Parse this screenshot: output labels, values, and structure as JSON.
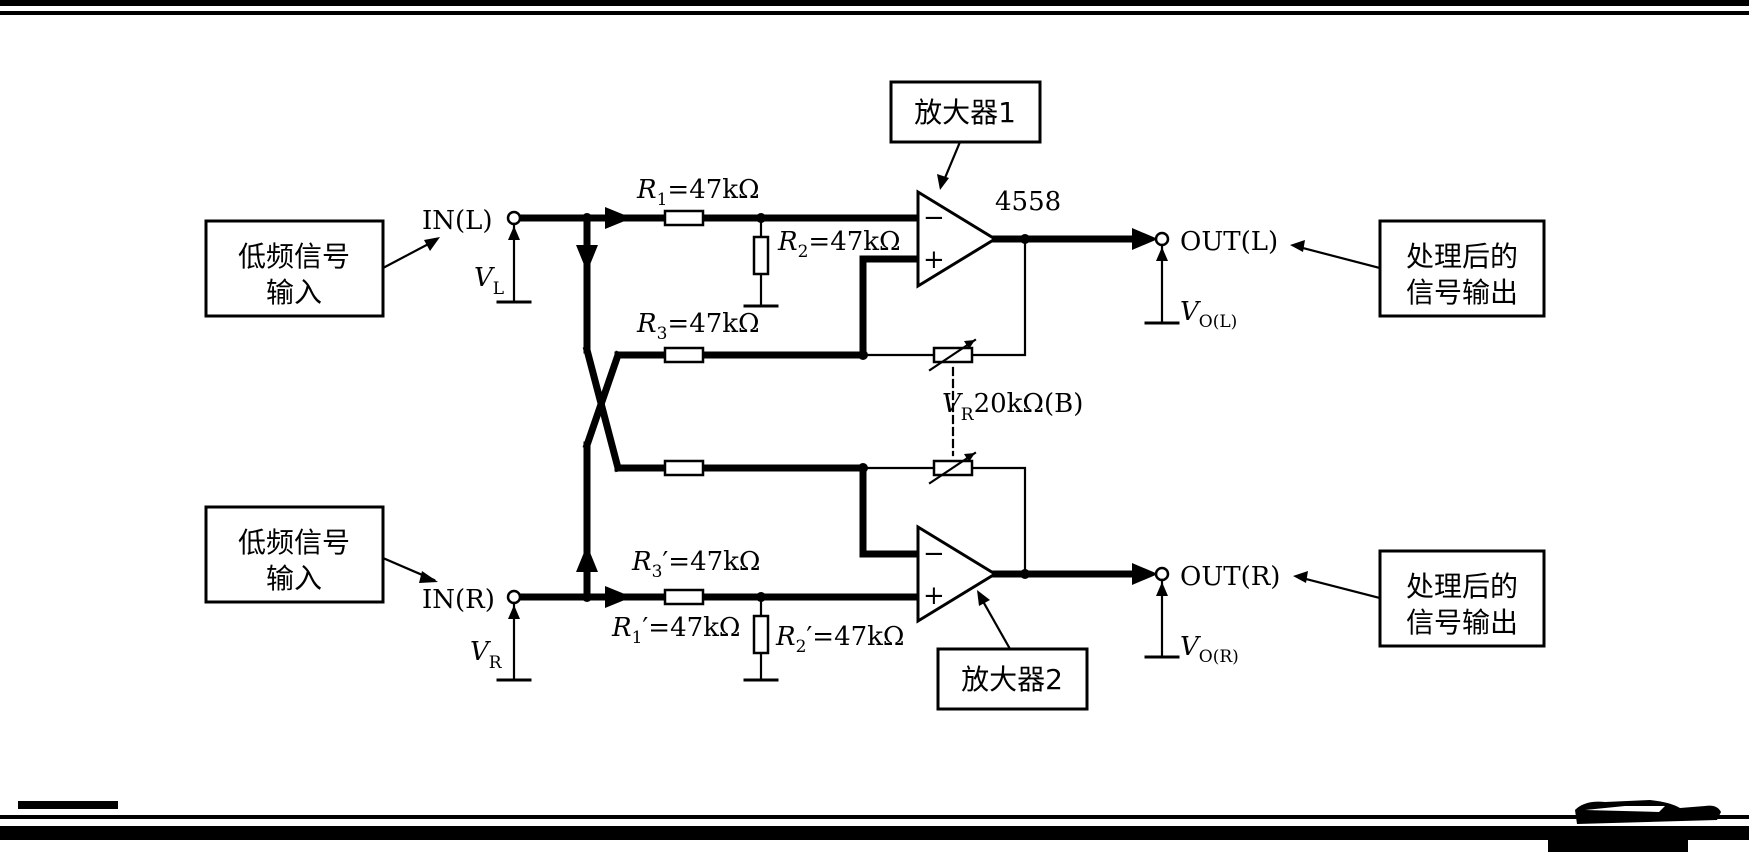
{
  "components": {
    "r1": {
      "sym": "R",
      "sub": "1",
      "val": "=47kΩ"
    },
    "r2": {
      "sym": "R",
      "sub": "2",
      "val": "=47kΩ"
    },
    "r3": {
      "sym": "R",
      "sub": "3",
      "val": "=47kΩ"
    },
    "r3p": {
      "sym": "R",
      "sub": "3",
      "val": "′=47kΩ"
    },
    "r1p": {
      "sym": "R",
      "sub": "1",
      "val": "′=47kΩ"
    },
    "r2p": {
      "sym": "R",
      "sub": "2",
      "val": "′=47kΩ"
    },
    "vr": {
      "sym": "V",
      "sub": "R",
      "val": "20kΩ(B)"
    },
    "chip": "4558",
    "minus": "−",
    "plus": "+"
  },
  "ports": {
    "in_l": "IN(L)",
    "in_r": "IN(R)",
    "out_l": "OUT(L)",
    "out_r": "OUT(R)",
    "vl": {
      "sym": "V",
      "sub": "L"
    },
    "vr_in": {
      "sym": "V",
      "sub": "R"
    },
    "vol": {
      "sym": "V",
      "sub": "O(L)"
    },
    "vor": {
      "sym": "V",
      "sub": "O(R)"
    }
  },
  "callouts": {
    "input_l": [
      "低频信号",
      "输入"
    ],
    "input_r": [
      "低频信号",
      "输入"
    ],
    "output_l": [
      "处理后的",
      "信号输出"
    ],
    "output_r": [
      "处理后的",
      "信号输出"
    ],
    "amp1": "放大器1",
    "amp2": "放大器2"
  }
}
